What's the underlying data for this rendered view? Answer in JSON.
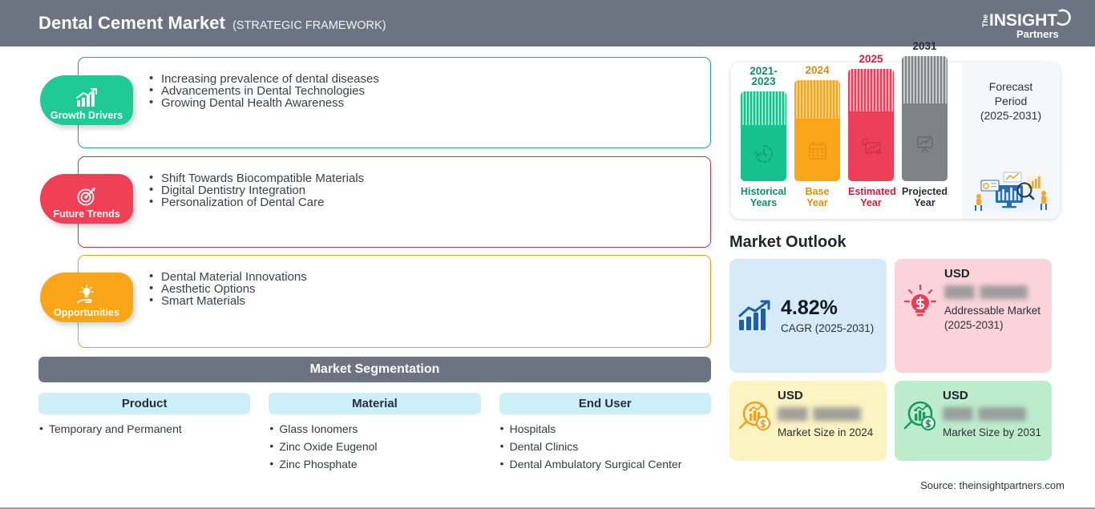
{
  "header": {
    "title": "Dental Cement Market",
    "subtitle": "(STRATEGIC FRAMEWORK)",
    "logo_the": "The",
    "logo_main": "INSIGHT",
    "logo_sub": "Partners",
    "bg_color": "#6b7480"
  },
  "panels": [
    {
      "key": "growth-drivers",
      "badge_label": "Growth Drivers",
      "icon": "bar-chart-arrow-up-icon",
      "color": "#1ecb97",
      "border_color": "#2b9e86",
      "items": [
        "Increasing prevalence of dental diseases",
        "Advancements in Dental Technologies",
        "Growing Dental Health Awareness"
      ]
    },
    {
      "key": "future-trends",
      "badge_label": "Future Trends",
      "icon": "target-dart-icon",
      "color": "#ef4055",
      "border_color": "#b8374a",
      "items": [
        "Shift Towards Biocompatible Materials",
        "Digital Dentistry Integration",
        "Personalization of Dental Care"
      ]
    },
    {
      "key": "opportunities",
      "badge_label": "Opportunities",
      "icon": "lightbulb-in-hand-icon",
      "color": "#f9a51a",
      "border_color": "#e7a01a",
      "items": [
        "Dental Material Innovations",
        "Aesthetic Options",
        "Smart Materials"
      ]
    }
  ],
  "segmentation": {
    "title": "Market Segmentation",
    "columns": [
      {
        "head": "Product",
        "items": [
          "Temporary and Permanent"
        ]
      },
      {
        "head": "Material",
        "items": [
          "Glass Ionomers",
          "Zinc Oxide Eugenol",
          "Zinc Phosphate"
        ]
      },
      {
        "head": "End User",
        "items": [
          "Hospitals",
          "Dental Clinics",
          "Dental Ambulatory Surgical Center"
        ]
      }
    ]
  },
  "timeline": {
    "bars": [
      {
        "year": "2021-2023",
        "caption": "Historical\nYears",
        "caption_l1": "Historical",
        "caption_l2": "Years",
        "color": "#15c28e",
        "stripe": "#66dcb6",
        "text_color": "#0f8f6a",
        "icon": "clock-history-icon",
        "height": 112
      },
      {
        "year": "2024",
        "caption_l1": "Base",
        "caption_l2": "Year",
        "color": "#f9a51a",
        "stripe": "#fcc763",
        "text_color": "#dd8e08",
        "icon": "calendar-icon",
        "height": 126
      },
      {
        "year": "2025",
        "caption_l1": "Estimated",
        "caption_l2": "Year",
        "color": "#ec3f58",
        "stripe": "#f58496",
        "text_color": "#cf1f3c",
        "icon": "forecast-gear-chart-icon",
        "height": 140
      },
      {
        "year": "2031",
        "caption_l1": "Projected",
        "caption_l2": "Year",
        "color": "#808285",
        "stripe": "#b6b8ba",
        "text_color": "#2b2e31",
        "icon": "presentation-chart-icon",
        "height": 156
      }
    ],
    "forecast_l1": "Forecast",
    "forecast_l2": "Period",
    "forecast_l3": "(2025-2031)",
    "illustration": "data-analysis-illustration"
  },
  "outlook": {
    "title": "Market Outlook",
    "cards": [
      {
        "key": "cagr",
        "value": "4.82%",
        "caption": "CAGR (2025-2031)",
        "bg": "#d6eaf8",
        "icon": "bar-chart-arrow-up-icon",
        "icon_color": "#1b5fa8",
        "blurred": false
      },
      {
        "key": "addressable",
        "usd": "USD",
        "caption": "Addressable Market (2025-2031)",
        "bg": "#fad4da",
        "icon": "lightbulb-dollar-icon",
        "icon_color": "#ee3a52",
        "blurred": true
      },
      {
        "key": "size-2024",
        "usd": "USD",
        "caption": "Market Size in 2024",
        "bg": "#fbf3c2",
        "icon": "magnifier-chart-dollar-icon",
        "icon_color": "#f5a01d",
        "blurred": true
      },
      {
        "key": "size-2031",
        "usd": "USD",
        "caption": "Market Size by 2031",
        "bg": "#bdeccd",
        "icon": "magnifier-chart-dollar-icon",
        "icon_color": "#1a9b5e",
        "blurred": true
      }
    ]
  },
  "source": "Source: theinsightpartners.com"
}
